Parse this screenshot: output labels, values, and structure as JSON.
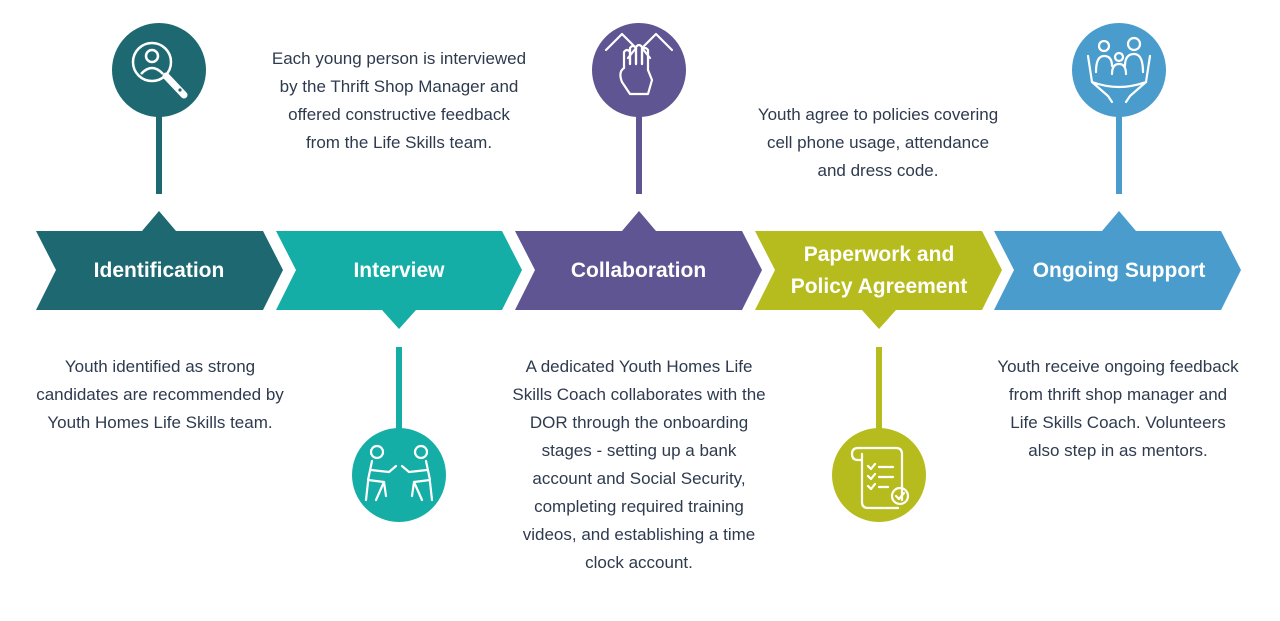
{
  "colors": {
    "identification": "#1e6872",
    "interview": "#14aea6",
    "collaboration": "#5e5592",
    "paperwork": "#b7bc1e",
    "ongoing": "#4a9ccd",
    "text": "#2e3a4e"
  },
  "stages": [
    {
      "id": "identification",
      "label": "Identification",
      "icon": "magnifying-glass-person-icon",
      "description": "Youth identified as strong candidates are recommended by Youth Homes Life Skills team."
    },
    {
      "id": "interview",
      "label": "Interview",
      "icon": "two-people-talking-icon",
      "description": "Each young person is interviewed by the Thrift Shop Manager and offered constructive feedback from the Life Skills team."
    },
    {
      "id": "collaboration",
      "label": "Collaboration",
      "icon": "stacked-hands-icon",
      "description": "A dedicated Youth Homes Life Skills Coach collaborates with the DOR through the onboarding stages - setting up a bank account and Social Security, completing required training videos, and establishing a time clock account."
    },
    {
      "id": "paperwork",
      "label": "Paperwork and\nPolicy Agreement",
      "icon": "checklist-scroll-icon",
      "description": "Youth agree to policies covering cell phone usage, attendance and dress code."
    },
    {
      "id": "ongoing",
      "label": "Ongoing Support",
      "icon": "caring-hands-family-icon",
      "description": "Youth receive ongoing feedback from thrift shop manager and Life Skills Coach. Volunteers also step in as mentors."
    }
  ]
}
